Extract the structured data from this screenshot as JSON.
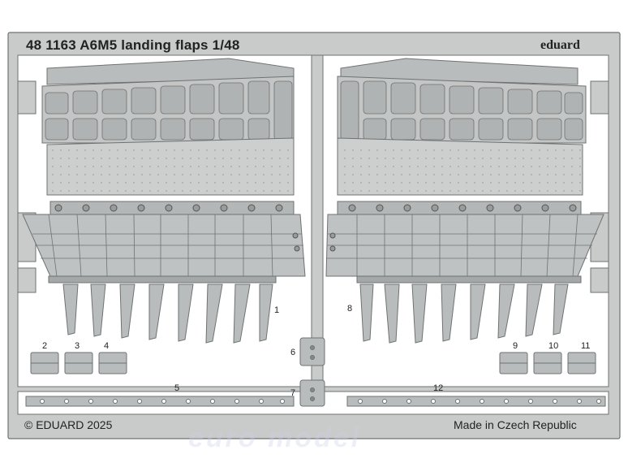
{
  "sheet": {
    "title": "48 1163   A6M5 landing flaps     1/48",
    "brand": "eduard",
    "copyright": "© EDUARD 2025",
    "made_in": "Made in Czech Republic",
    "watermark": "euro model"
  },
  "part_numbers": {
    "p1": "1",
    "p2": "2",
    "p3": "3",
    "p4": "4",
    "p5": "5",
    "p6": "6",
    "p7": "7",
    "p8": "8",
    "p9": "9",
    "p10": "10",
    "p11": "11",
    "p12": "12"
  },
  "colors": {
    "fret_fill": "#c9cbcb",
    "fret_edge": "#6f7272",
    "panel_fill": "#b9bcbc",
    "panel_dark": "#a4a8a8",
    "background": "#ffffff"
  }
}
